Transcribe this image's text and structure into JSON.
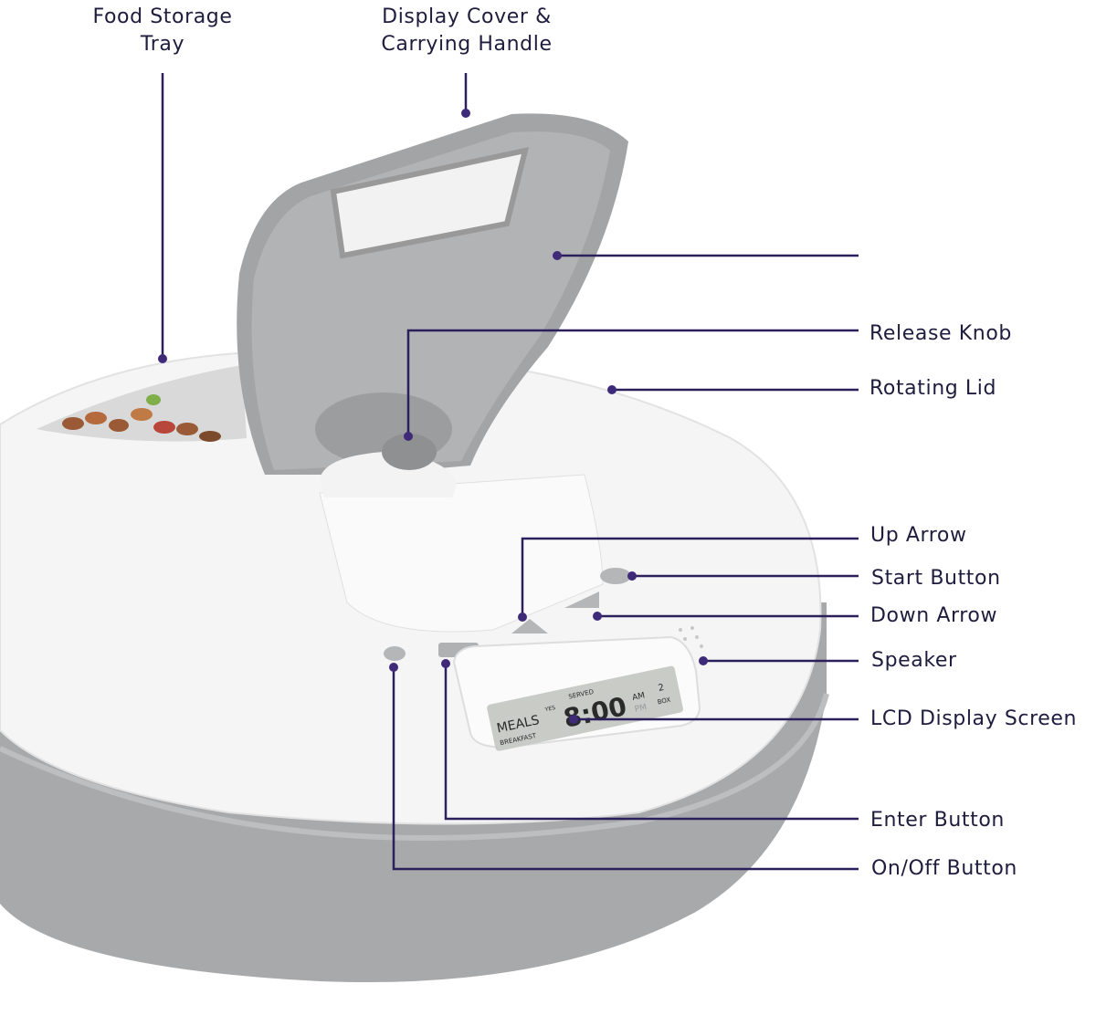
{
  "labels": {
    "food_storage_tray": [
      "Food Storage",
      "Tray"
    ],
    "display_cover": [
      "Display Cover &",
      "Carrying Handle"
    ],
    "release_knob": "Release Knob",
    "rotating_lid": "Rotating Lid",
    "up_arrow": "Up Arrow",
    "start_button": "Start Button",
    "down_arrow": "Down Arrow",
    "speaker": "Speaker",
    "lcd_display": "LCD Display Screen",
    "enter_button": "Enter Button",
    "on_off_button": "On/Off Button"
  },
  "lcd": {
    "meals": "MEALS",
    "yes": "YES",
    "served": "SERVED",
    "meal_name": "BREAKFAST",
    "time": "8:00",
    "am": "AM",
    "pm": "PM",
    "box_number": "2",
    "box": "BOX"
  },
  "colors": {
    "callout_line": "#2b1f5c",
    "callout_dot": "#3f2a7a",
    "label_text": "#1f1c3d",
    "body_gray": "#a9aaac",
    "lid_white": "#f6f6f6"
  }
}
